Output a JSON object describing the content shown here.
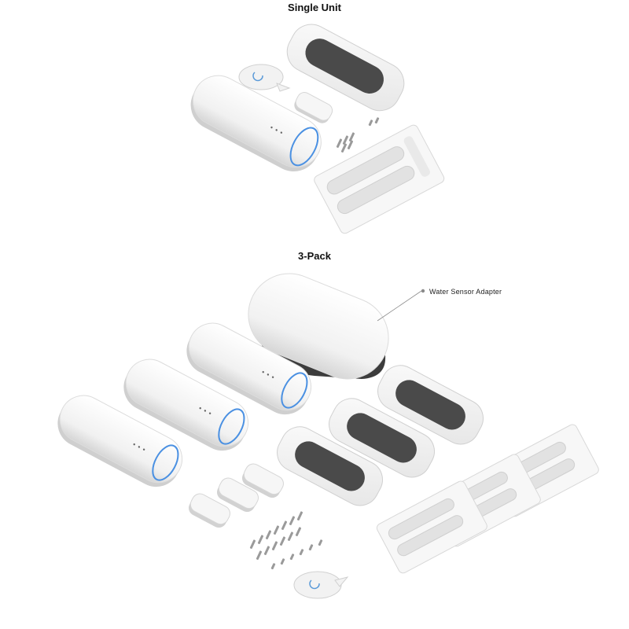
{
  "sections": {
    "single": {
      "title": "Single Unit"
    },
    "pack": {
      "title": "3-Pack"
    }
  },
  "callouts": {
    "water_adapter": "Water Sensor Adapter"
  },
  "colors": {
    "device_white": "#f4f4f4",
    "device_shade": "#d9d9d9",
    "led_ring": "#4a90e2",
    "pad_dark": "#4a4a4a",
    "strip_grey": "#e2e2e2"
  }
}
